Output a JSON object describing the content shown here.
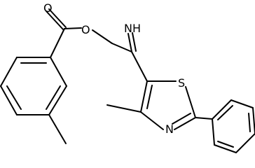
{
  "diagram": {
    "kind": "chemical-structure",
    "atom_labels": {
      "ester_oxygen_carbonyl": "O",
      "ester_oxygen_link": "O",
      "imine_nh": "NH",
      "thiazole_sulfur": "S",
      "thiazole_nitrogen": "N"
    },
    "colors": {
      "background": "#ffffff",
      "ink": "#000000"
    }
  }
}
